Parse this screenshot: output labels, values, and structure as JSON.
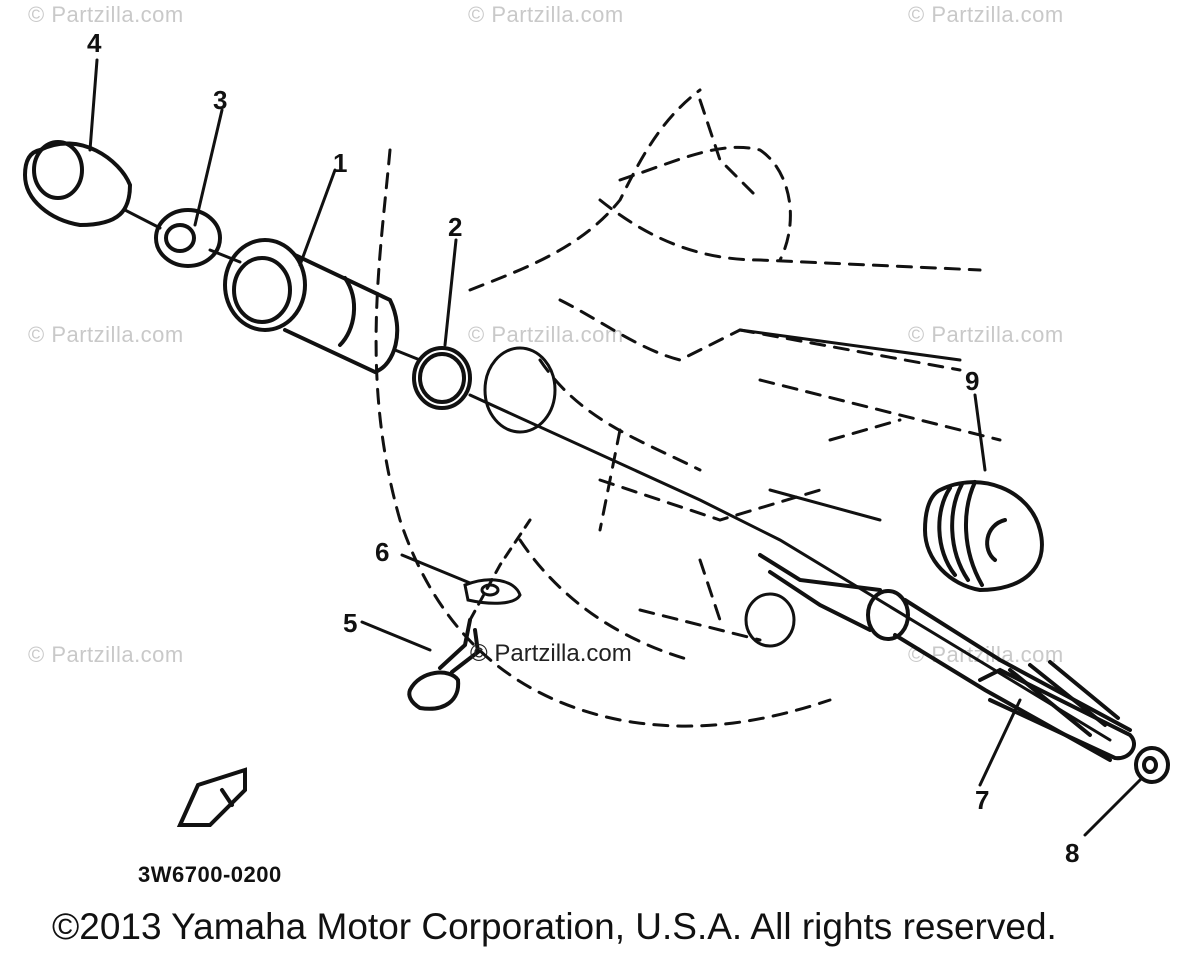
{
  "watermark": "© Partzilla.com",
  "center_watermark": "© Partzilla.com",
  "callouts": [
    "1",
    "2",
    "3",
    "4",
    "5",
    "6",
    "7",
    "8",
    "9"
  ],
  "drawing_code": "3W6700-0200",
  "copyright": "©2013 Yamaha Motor Corporation, U.S.A. All rights reserved."
}
